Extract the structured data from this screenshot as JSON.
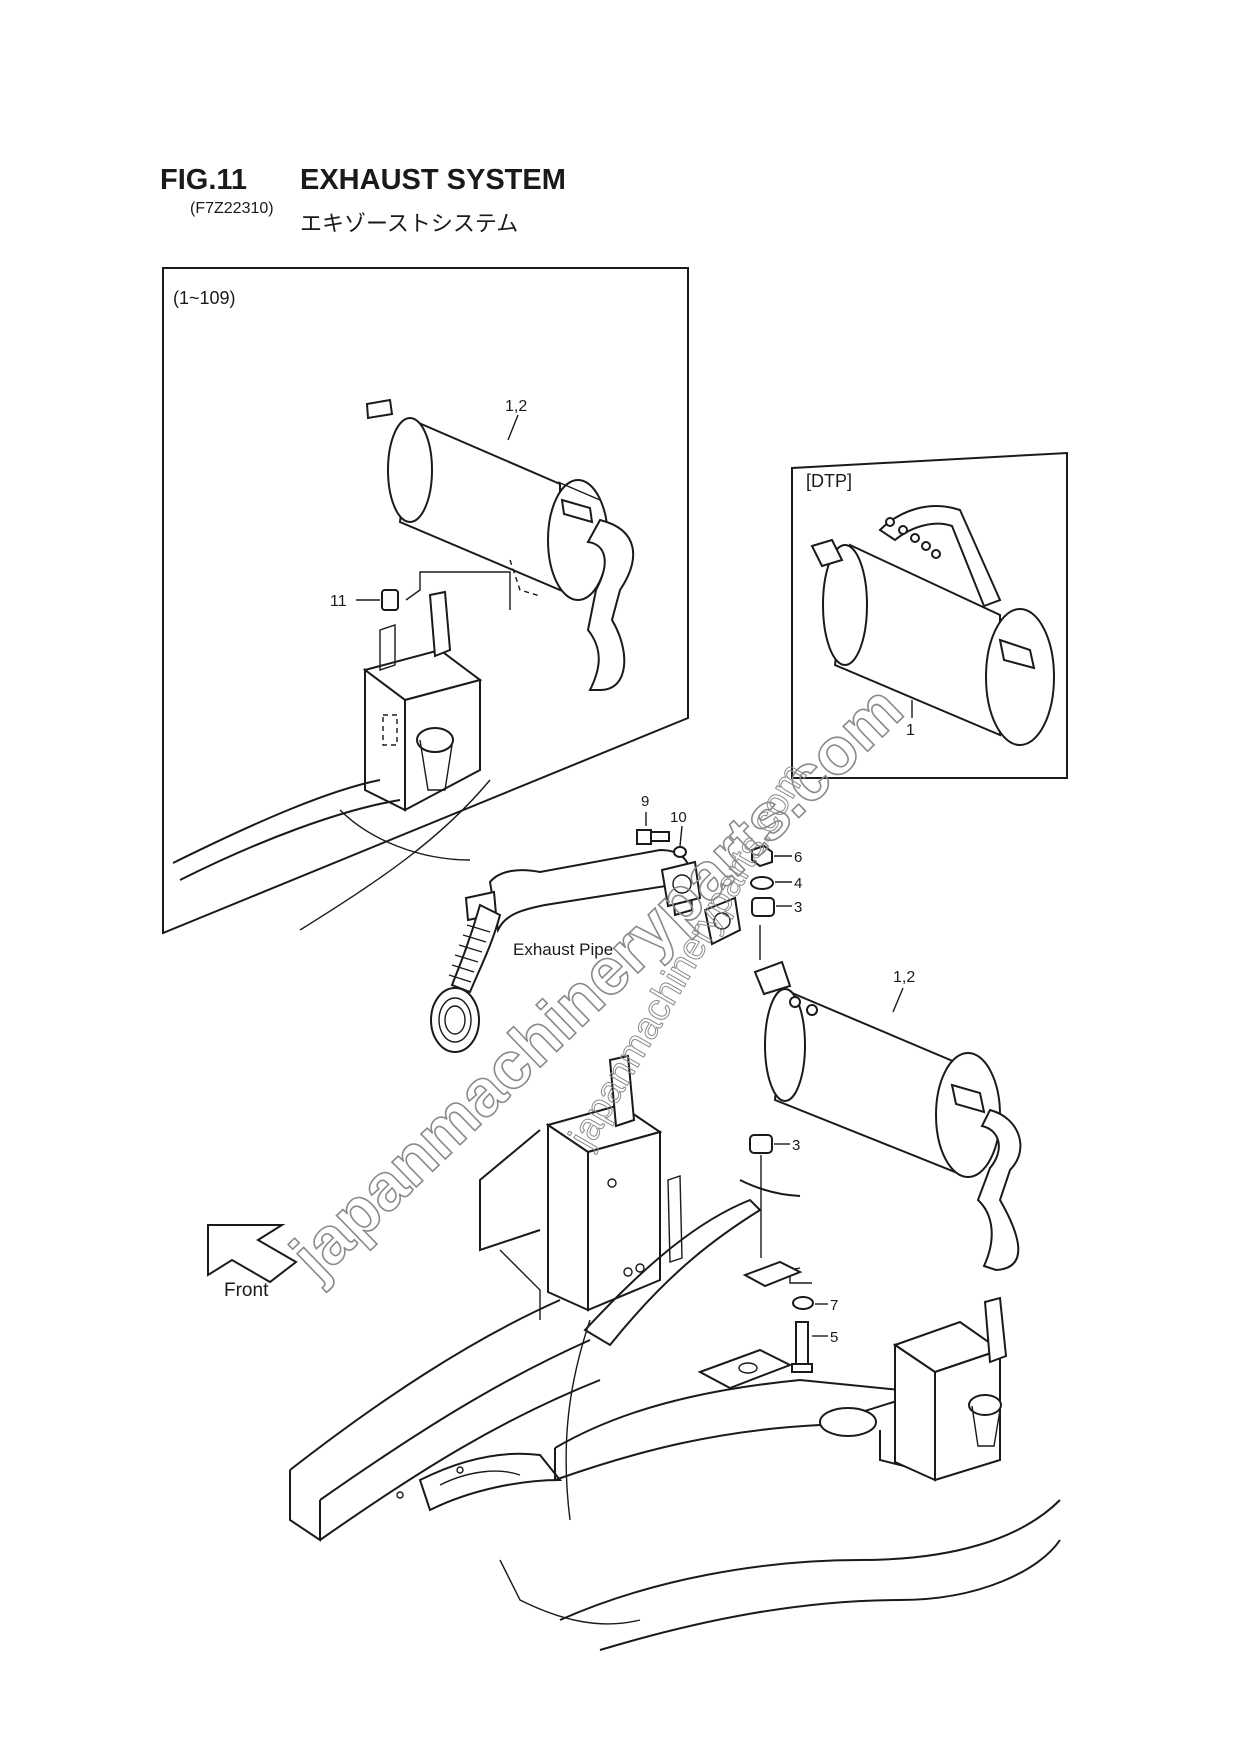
{
  "header": {
    "fig_label": "FIG.11",
    "title": "EXHAUST SYSTEM",
    "code": "(F7Z22310)",
    "title_jp": "エキゾーストシステム"
  },
  "inset_left": {
    "serial_range": "(1~109)"
  },
  "inset_right": {
    "variant_label": "[DTP]"
  },
  "callouts": {
    "muffler_top_left": "1,2",
    "rubber_11": "11",
    "muffler_dtp": "1",
    "bolt_9": "9",
    "washer_10": "10",
    "nut_6": "6",
    "washer_4": "4",
    "rubber_3_upper": "3",
    "muffler_main": "1,2",
    "rubber_3_lower": "3",
    "washer_7": "7",
    "bolt_5": "5"
  },
  "labels": {
    "exhaust_pipe": "Exhaust Pipe",
    "front": "Front"
  },
  "watermark": {
    "large": "japanmachineryparts.com",
    "small": "japanmachineryparts.com"
  },
  "colors": {
    "ink": "#1a1a1a",
    "watermark": "#8a8a8a",
    "paper": "#ffffff"
  }
}
